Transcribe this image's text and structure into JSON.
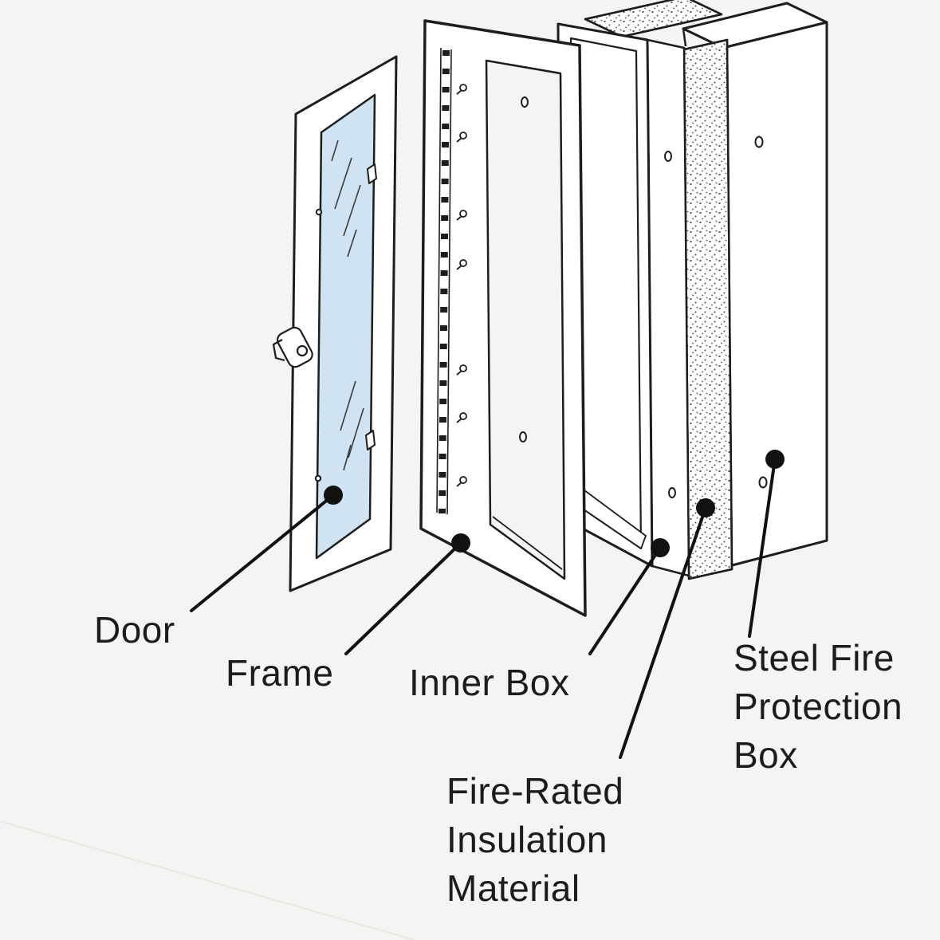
{
  "background_color": "#f5f4f2",
  "ink_color": "#1d1d1b",
  "glass_color": "#cfe3f2",
  "diagram_type": "exploded-view technical illustration of a fire-rated cabinet",
  "labels": {
    "door": "Door",
    "frame": "Frame",
    "inner_box": "Inner Box",
    "steel_box": {
      "line1": "Steel Fire",
      "line2": "Protection",
      "line3": "Box"
    },
    "insulation": {
      "line1": "Fire-Rated",
      "line2": "Insulation",
      "line3": "Material"
    }
  }
}
